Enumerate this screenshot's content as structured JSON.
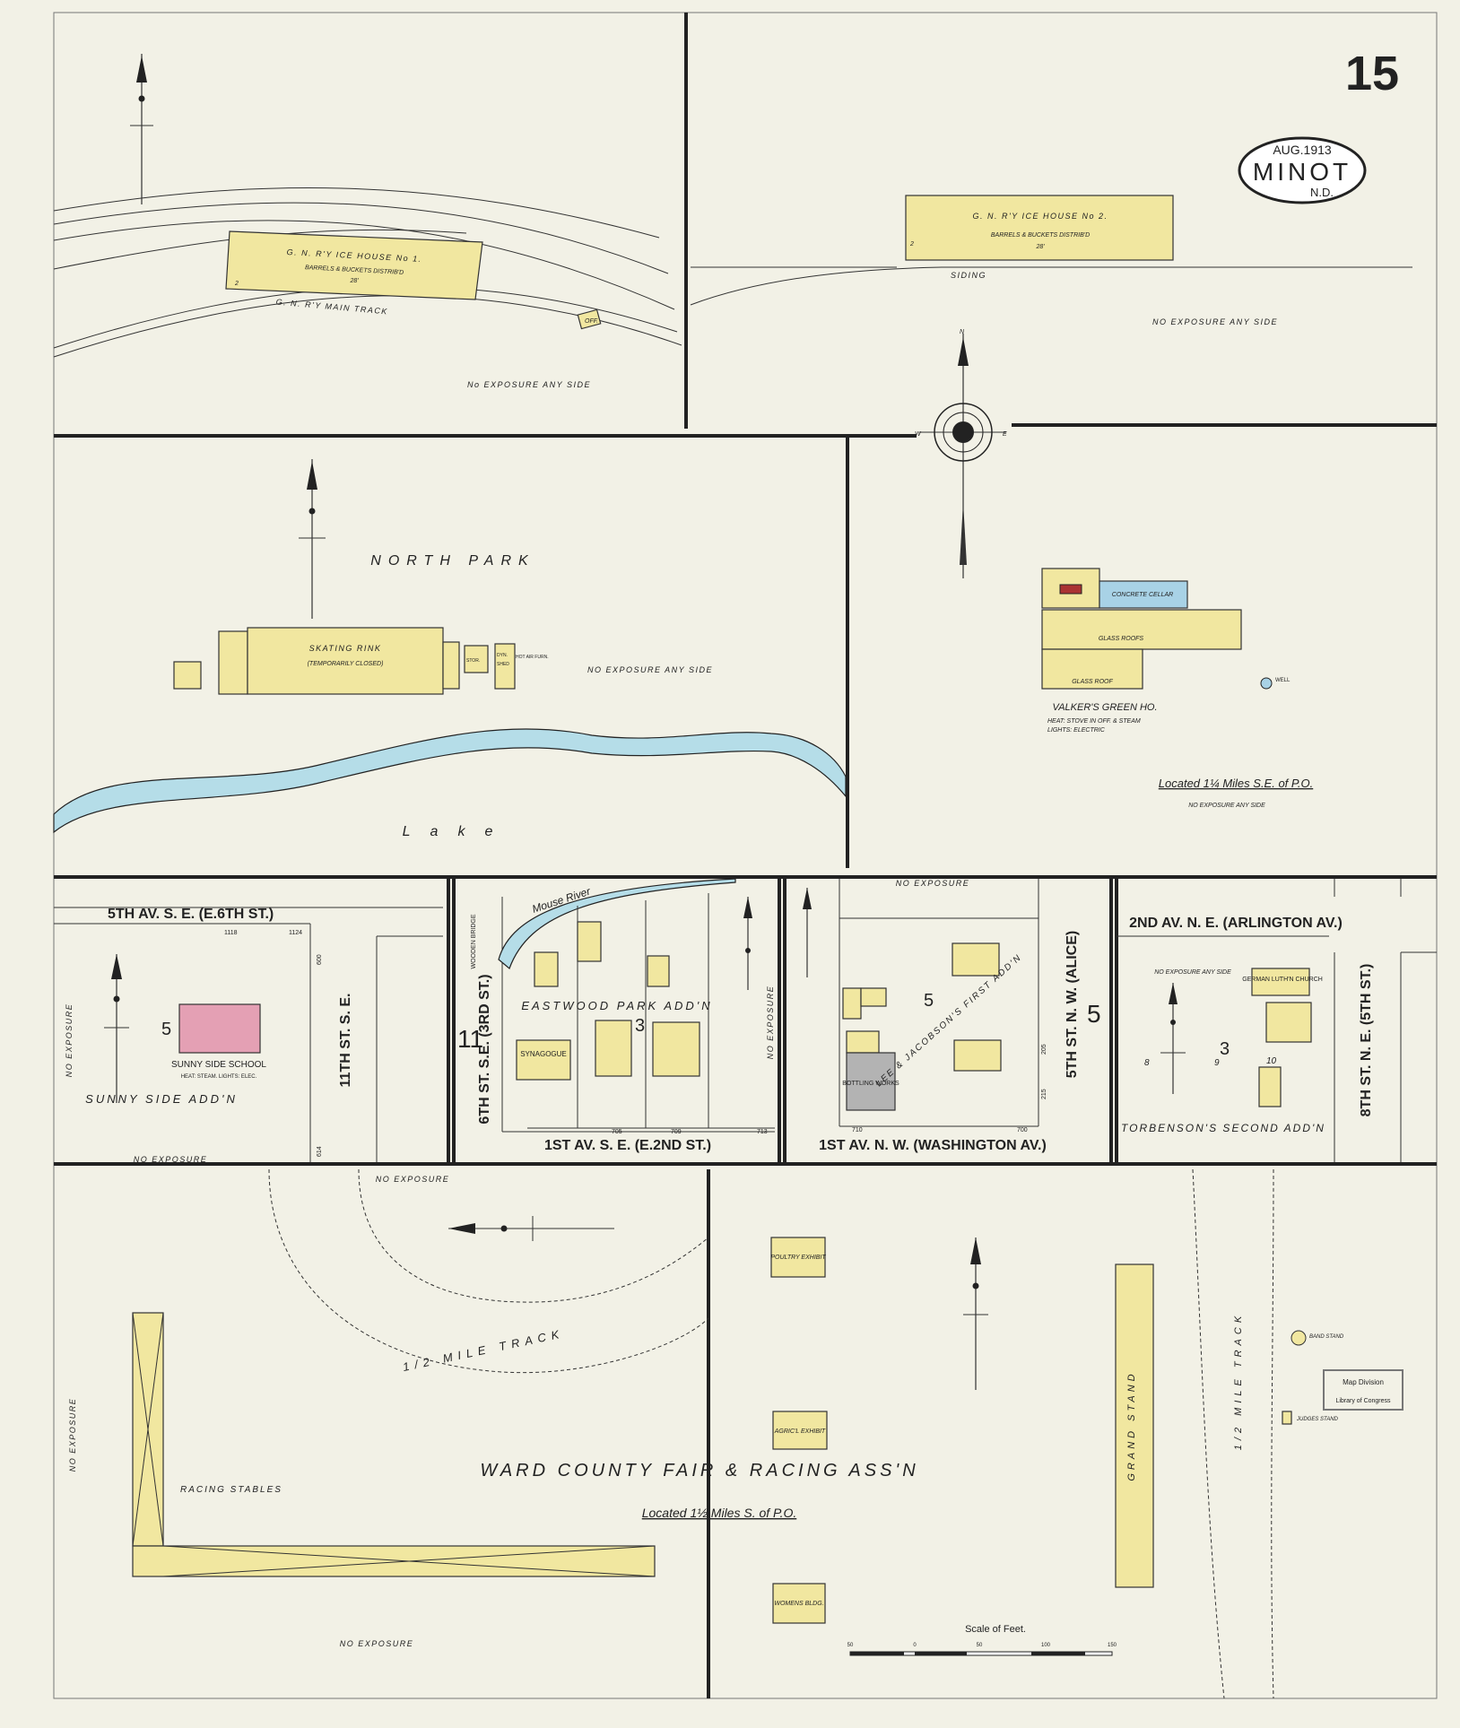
{
  "sheet": {
    "number": "15",
    "title_date": "AUG.1913",
    "city": "MINOT",
    "state": "N.D."
  },
  "panels": {
    "ice_house_1": {
      "building": "G. N. R'Y ICE HOUSE No 1.",
      "note": "BARRELS & BUCKETS DISTRIB'D",
      "height": "28'",
      "track": "G. N. R'Y  MAIN TRACK",
      "off": "OFF.",
      "exposure": "No EXPOSURE ANY SIDE",
      "story": "2"
    },
    "ice_house_2": {
      "building": "G. N. R'Y  ICE HOUSE No 2.",
      "note": "BARRELS & BUCKETS DISTRIB'D",
      "height": "28'",
      "siding": "SIDING",
      "exposure": "NO EXPOSURE ANY SIDE",
      "story": "2"
    },
    "north_park": {
      "title": "NORTH  PARK",
      "rink": "SKATING RINK",
      "rink_note": "(TEMPORARILY CLOSED)",
      "lake": "Lake",
      "exposure": "NO EXPOSURE ANY SIDE",
      "small_labels": [
        "STOR.",
        "DYN.",
        "SHED",
        "HOT AIR FURN."
      ]
    },
    "green_house": {
      "name": "VALKER'S GREEN HO.",
      "heat": "HEAT: STOVE IN OFF. & STEAM",
      "lights": "LIGHTS: ELECTRIC",
      "cellar": "CONCRETE CELLAR",
      "roof_1": "GLASS   ROOFS",
      "roof_2": "GLASS ROOF",
      "well": "WELL",
      "location": "Located 1¼ Miles S.E. of P.O.",
      "exposure": "NO EXPOSURE ANY SIDE"
    },
    "sunny_side": {
      "street_top": "5TH  AV. S. E. (E.6TH ST.)",
      "street_side": "11TH  ST.  S.  E.",
      "school": "SUNNY SIDE SCHOOL",
      "school_note": "HEAT: STEAM. LIGHTS: ELEC.",
      "addition": "SUNNY SIDE ADD'N",
      "block": "5",
      "exposure_left": "NO EXPOSURE",
      "exposure_bottom": "NO EXPOSURE",
      "numbers": [
        "1118",
        "1124",
        "600",
        "614"
      ]
    },
    "eastwood": {
      "river": "Mouse River",
      "bridge": "WOODEN BRIDGE",
      "addition": "EASTWOOD PARK ADD'N",
      "block": "3",
      "sheet_ref": "11",
      "street_side": "6TH  ST. S.E. (3RD ST.)",
      "street_bottom": "1ST  AV. S. E. (E.2ND ST.)",
      "synagogue": "SYNAGOGUE",
      "exposure": "NO EXPOSURE",
      "numbers": [
        "705",
        "709",
        "713"
      ]
    },
    "lee_jacobson": {
      "addition": "LEE & JACOBSON'S FIRST ADD'N",
      "block": "5",
      "bottling": "BOTTLING WORKS",
      "street_side": "5TH  ST. N. W. (ALICE)",
      "street_bottom": "1ST  AV. N. W. (WASHINGTON AV.)",
      "sheet_ref": "5",
      "exposure": "NO EXPOSURE",
      "numbers": [
        "710",
        "700",
        "205",
        "215"
      ]
    },
    "torbenson": {
      "street_top": "2ND AV. N. E. (ARLINGTON AV.)",
      "street_side": "8TH ST. N. E. (5TH ST.)",
      "church": "GERMAN LUTH'N CHURCH",
      "addition": "TORBENSON'S SECOND ADD'N",
      "block": "3",
      "exposure": "NO EXPOSURE ANY SIDE",
      "lots": [
        "8",
        "9",
        "10"
      ]
    },
    "fair": {
      "title": "WARD COUNTY FAIR & RACING ASS'N",
      "location": "Located 1½ Miles S. of P.O.",
      "track": "1/2  MILE  TRACK",
      "track_2": "1/2  MILE  TRACK",
      "stables": "RACING STABLES",
      "grand_stand": "GRAND  STAND",
      "poultry": "POULTRY EXHIBIT",
      "agric": "AGRIC'L EXHIBIT",
      "womens": "WOMENS BLDG.",
      "band": "BAND STAND",
      "judges": "JUDGES STAND",
      "exposure_top": "NO  EXPOSURE",
      "exposure_left": "NO  EXPOSURE",
      "exposure_bottom": "NO  EXPOSURE",
      "scale_title": "Scale of Feet.",
      "scale_ticks": [
        "50",
        "0",
        "50",
        "100",
        "150"
      ]
    },
    "stamp": {
      "line1": "Map Division",
      "line2": "Library of Congress"
    }
  }
}
